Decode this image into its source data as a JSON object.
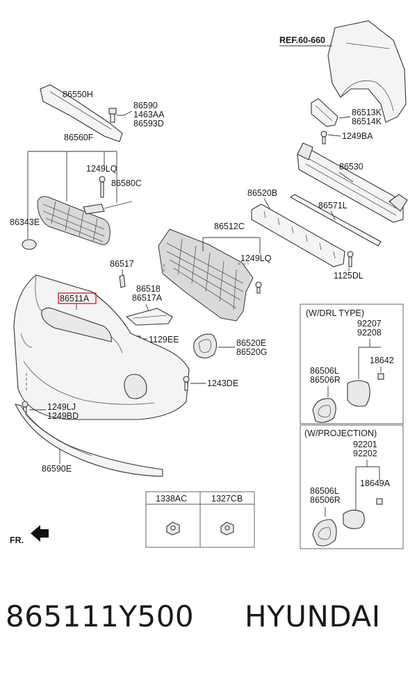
{
  "labels": {
    "ref": "REF.60-660",
    "p86550H": "86550H",
    "p86590": "86590",
    "p1463AA": "1463AA",
    "p86593D": "86593D",
    "p86560F": "86560F",
    "p1249LQ_a": "1249LQ",
    "p86580C": "86580C",
    "p86343E": "86343E",
    "p86513K": "86513K",
    "p86514K": "86514K",
    "p1249BA": "1249BA",
    "p86530": "86530",
    "p86520B": "86520B",
    "p86571L": "86571L",
    "p86512C": "86512C",
    "p1249LQ_b": "1249LQ",
    "p1125DL": "1125DL",
    "p86517": "86517",
    "p86518": "86518",
    "p86517A": "86517A",
    "p86511A": "86511A",
    "p1129EE": "1129EE",
    "p86520E": "86520E",
    "p86520G": "86520G",
    "p1243DE": "1243DE",
    "p1249LJ": "1249LJ",
    "p1249BD": "1249BD",
    "p86590E": "86590E",
    "drl_title": "(W/DRL TYPE)",
    "p92207": "92207",
    "p92208": "92208",
    "p18642": "18642",
    "p86506L_a": "86506L",
    "p86506R_a": "86506R",
    "proj_title": "(W/PROJECTION)",
    "p92201": "92201",
    "p92202": "92202",
    "p18649A": "18649A",
    "p86506L_b": "86506L",
    "p86506R_b": "86506R",
    "p1338AC": "1338AC",
    "p1327CB": "1327CB",
    "fr": "FR."
  },
  "caption": {
    "part_number": "865111Y500",
    "brand": "HYUNDAI"
  },
  "colors": {
    "highlight": "#e00000",
    "line": "#333333"
  }
}
